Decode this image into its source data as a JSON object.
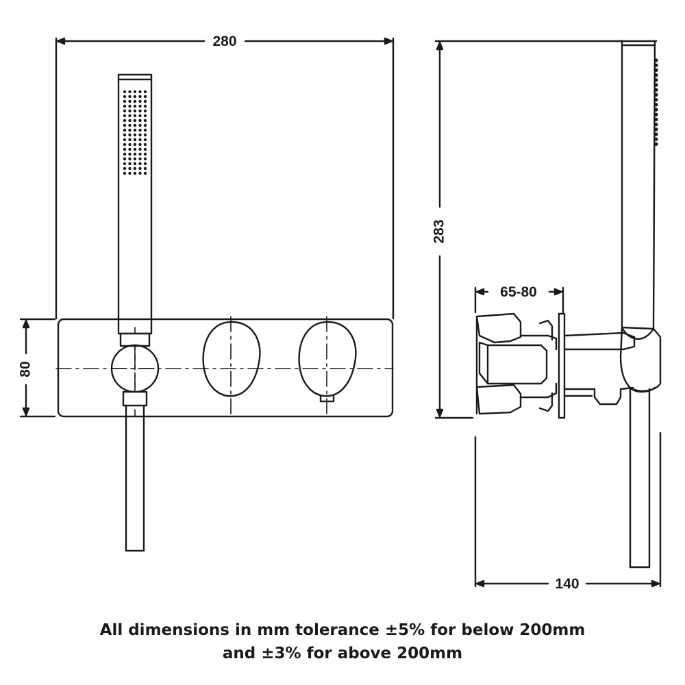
{
  "dimensions": {
    "width_front": "280",
    "height_plate": "80",
    "height_total": "283",
    "depth_range": "65-80",
    "depth_total": "140"
  },
  "tolerance_note": {
    "line1": "All dimensions in mm tolerance ±5% for below 200mm",
    "line2": "and ±3% for above 200mm"
  },
  "colors": {
    "line": "#1a1a1a",
    "background": "#ffffff"
  }
}
